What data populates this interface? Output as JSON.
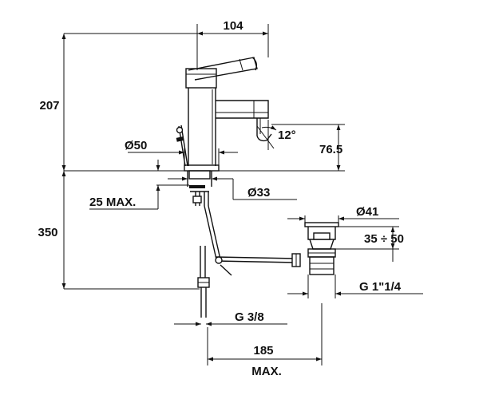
{
  "dimensions": {
    "spout_reach": "104",
    "total_height": "207",
    "base_diameter": "Ø50",
    "spout_angle": "12°",
    "spout_height": "76.5",
    "max_thickness": "25 MAX.",
    "hole_diameter": "Ø33",
    "hose_length": "350",
    "waste_diameter": "Ø41",
    "waste_range": "35 ÷ 50",
    "waste_thread": "G 1\"1/4",
    "supply_thread": "G 3/8",
    "max_distance": "185",
    "max_label": "MAX."
  }
}
